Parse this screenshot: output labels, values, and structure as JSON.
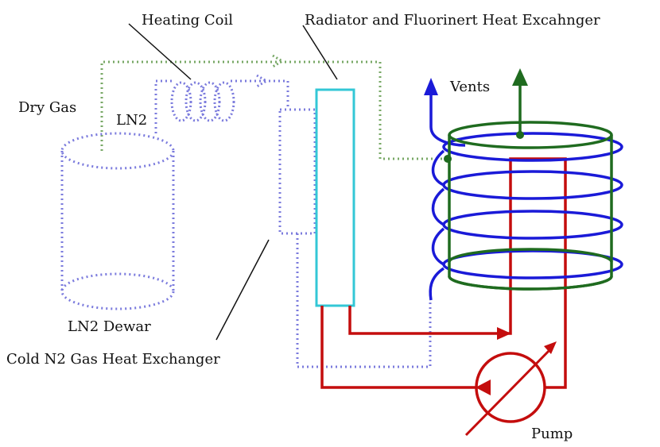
{
  "labels": {
    "heating_coil": "Heating Coil",
    "radiator": "Radiator and Fluorinert Heat Excahnger",
    "dry_gas": "Dry Gas",
    "ln2": "LN2",
    "vents": "Vents",
    "dewar": "LN2 Dewar",
    "cold_hx": "Cold N2 Gas Heat Exchanger",
    "pump": "Pump"
  },
  "colors": {
    "dry_gas_line": "#78a866",
    "ln2_line": "#7b7bdd",
    "radiator_outline": "#33c7d6",
    "coolant_loop": "#c40d0d",
    "vent_coil": "#1a1ad8",
    "fluorinert_tank": "#1f6b1f",
    "text": "#111111"
  }
}
